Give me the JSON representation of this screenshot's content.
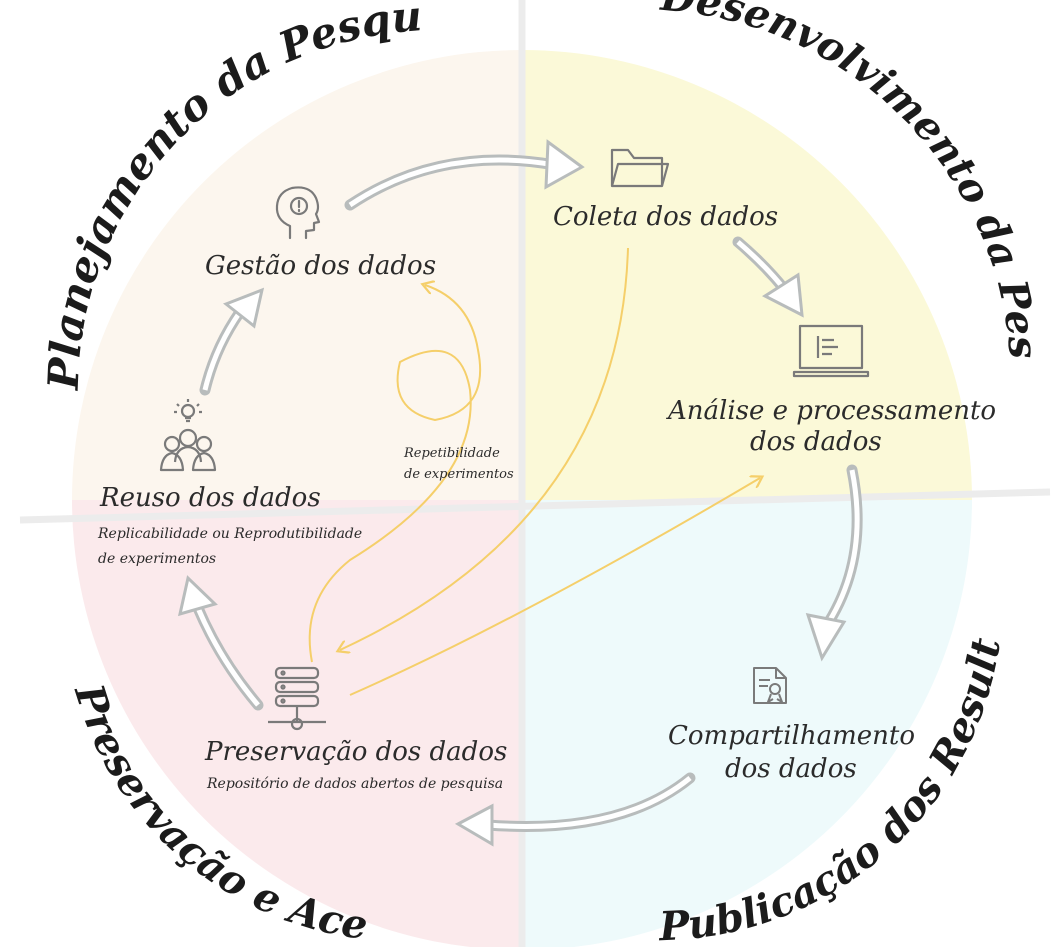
{
  "phases": {
    "planning": "Planejamento da Pesquisa",
    "development": "Desenvolvimento da Pesquisa",
    "publication": "Publicação dos Resultados",
    "preservation": "Preservação e Acesso"
  },
  "steps": {
    "data_management": {
      "label": "Gestão dos dados",
      "icon": "head-exclamation-icon"
    },
    "data_collection": {
      "label": "Coleta dos dados",
      "icon": "folder-icon"
    },
    "analysis": {
      "label_line1": "Análise e processamento",
      "label_line2": "dos dados",
      "icon": "laptop-icon"
    },
    "sharing": {
      "label_line1": "Compartilhamento",
      "label_line2": "dos dados",
      "icon": "certificate-document-icon"
    },
    "preservation": {
      "label": "Preservação dos dados",
      "sub": "Repositório de dados abertos de pesquisa",
      "icon": "server-network-icon"
    },
    "reuse": {
      "label": "Reuso dos dados",
      "sub_line1": "Replicabilidade ou Reprodutibilidade",
      "sub_line2": "de experimentos",
      "icon": "group-lightbulb-icon"
    }
  },
  "notes": {
    "repeatability_line1": "Repetibilidade",
    "repeatability_line2": "de experimentos"
  },
  "colors": {
    "planning_quadrant": "#fcf6ee",
    "development_quadrant": "#fbf9d8",
    "publication_quadrant": "#eefafb",
    "preservation_quadrant": "#fbeaec",
    "gray_arrow": "#b8bcbc",
    "yellow_curve": "#f5cf6a",
    "icon": "#7a7a7a"
  }
}
